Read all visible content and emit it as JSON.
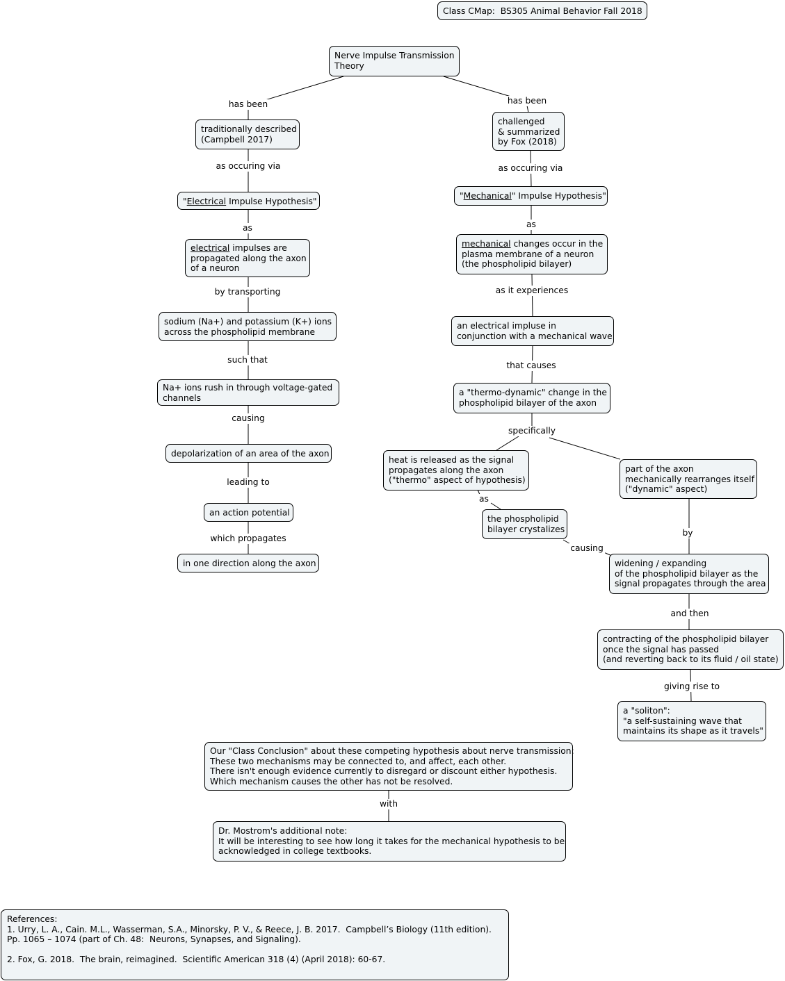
{
  "title": "Class CMap:  BS305 Animal Behavior Fall 2018",
  "root": "Nerve Impulse Transmission\nTheory",
  "left": {
    "link_has_been": "has been",
    "traditional": "traditionally described\n(Campbell 2017)",
    "link_occurring": "as occuring via",
    "hyp_quote_open": "\"",
    "hyp_word": "Electrical",
    "hyp_rest": " Impulse Hypothesis\"",
    "link_as": "as",
    "impulse_word": "electrical",
    "impulse_rest": " impulses are\npropagated along the axon\nof a neuron",
    "link_transport": "by transporting",
    "ions": "sodium (Na+) and potassium (K+) ions\nacross the phospholipid membrane",
    "link_such": "such that",
    "na_rush": "Na+ ions rush in through voltage-gated\nchannels",
    "link_causing": "causing",
    "depolar": "depolarization of an area of the axon",
    "link_leading": "leading to",
    "action": "an action potential",
    "link_propagates": "which propagates",
    "direction": "in one direction along the axon"
  },
  "right": {
    "link_has_been": "has been",
    "challenged": "challenged\n& summarized\nby Fox (2018)",
    "link_occurring": "as occuring via",
    "hyp_quote_open": "\"",
    "hyp_word": "Mechanical",
    "hyp_rest": "\" Impulse Hypothesis\"",
    "link_as": "as",
    "changes_word": "mechanical",
    "changes_rest": " changes occur in the\nplasma membrane of a neuron\n(the phospholipid bilayer)",
    "link_experiences": "as it experiences",
    "impulse": "an electrical impluse in\nconjunction with a mechanical wave",
    "link_causes": "that causes",
    "thermo": "a \"thermo-dynamic\" change in the\nphospholipid bilayer of the axon",
    "link_specifically": "specifically",
    "heat": "heat is released as the signal\npropagates along the axon\n(\"thermo\" aspect of hypothesis)",
    "rearrange": "part of the axon\nmechanically rearranges itself\n(\"dynamic\" aspect)",
    "link_as2": "as",
    "crystal": "the phospholipid\nbilayer crystalizes",
    "link_causing": "causing",
    "link_by": "by",
    "widening": "widening / expanding\nof the phospholipid bilayer as the\nsignal propagates through the area",
    "link_then": "and then",
    "contracting": "contracting of the phospholipid bilayer\nonce the signal has passed\n(and reverting back to its fluid / oil state)",
    "link_giving": "giving rise to",
    "soliton": "a \"soliton\":\n\"a self-sustaining wave that\nmaintains its shape as it travels\""
  },
  "conclusion": "Our \"Class Conclusion\" about these competing hypothesis about nerve transmission:\nThese two mechanisms may be connected to, and affect, each other.\nThere isn't enough evidence currently to disregard or discount either hypothesis.\nWhich mechanism causes the other has not be resolved.",
  "link_with": "with",
  "note": "Dr. Mostrom's additional note:\nIt will be interesting to see how long it takes for the mechanical hypothesis to be\nacknowledged in college textbooks.",
  "references": "References:\n1. Urry, L. A., Cain. M.L., Wasserman, S.A., Minorsky, P. V., & Reece, J. B. 2017.  Campbell’s Biology (11th edition).\nPp. 1065 – 1074 (part of Ch. 48:  Neurons, Synapses, and Signaling).\n\n2. Fox, G. 2018.  The brain, reimagined.  Scientific American 318 (4) (April 2018): 60-67."
}
